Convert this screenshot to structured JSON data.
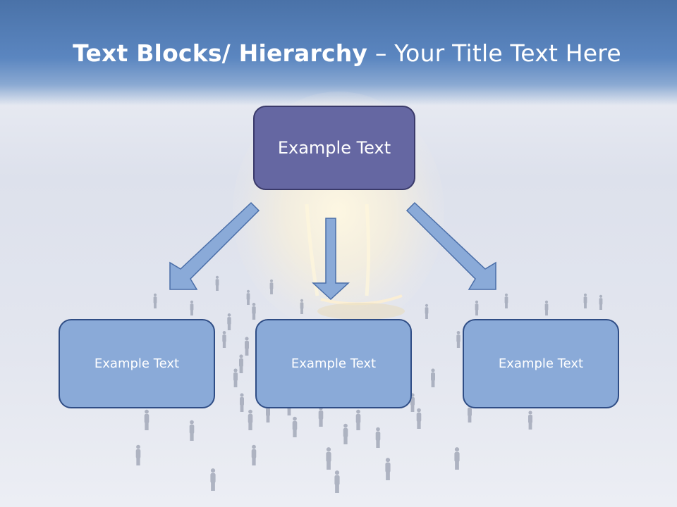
{
  "title": {
    "bold_part": "Text Blocks/ Hierarchy",
    "rest_part": " – Your Title Text Here"
  },
  "hierarchy": {
    "top": {
      "label": "Example Text"
    },
    "children": [
      {
        "label": "Example Text"
      },
      {
        "label": "Example Text"
      },
      {
        "label": "Example Text"
      }
    ]
  },
  "colors": {
    "header": "#5b86c0",
    "top_box": "#6567a2",
    "child_box": "#8aaad8",
    "box_border": "#2f4d85",
    "arrow_fill": "#8aaad8",
    "arrow_stroke": "#4a6ea8"
  },
  "decoration": {
    "background_image": "lightbulb-crowd-illustration"
  }
}
